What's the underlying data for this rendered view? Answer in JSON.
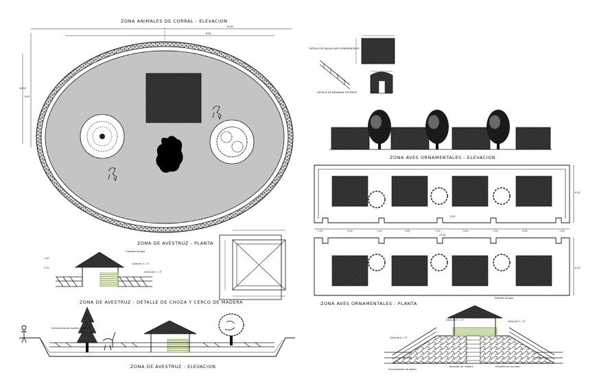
{
  "titles": {
    "corral_elevation": "ZONA ANIMALES DE CORRAL - ELEVACION",
    "ostrich_plan": "ZONA DE AVESTRUZ - PLANTA",
    "ostrich_detail": "ZONA DE AVESTRUZ - DETALLE DE CHOZA Y CERCO DE MADERA",
    "ostrich_elevation": "ZONA DE AVESTRUZ - ELEVACION",
    "birds_elevation": "ZONA AVES ORNAMENTALES - ELEVACION",
    "birds_plan": "ZONA AVES ORNAMENTALES - PLANTA"
  },
  "detail_labels": {
    "cage_detail": "DETALLE DE JAULAS AVES ORNAMENTALES",
    "rail_detail": "DETALLE DE BARANDAL EXTERIOR"
  },
  "annotations": {
    "roof_cover": "Cubierta de paja",
    "post_a": "Caña de 0 = 3\"",
    "post_b": "Caña de 0 = 3\"",
    "post_c": "Caña de 0 = 3\"",
    "fill_note": "Enrocamiento de piedra",
    "wood_note": "Barandal de madera",
    "concrete_stairs": "Escalera de concreto"
  },
  "dimensions": {
    "birds_bottom": [
      "1.10",
      "3.43",
      "1.10",
      "3.43",
      "1.10",
      "3.43",
      "1.10",
      "3.43",
      "1.10"
    ],
    "birds_total": "27.00",
    "birds_height_top": "6.20",
    "birds_height_bottom": "6.20",
    "birds_notch": "0.90"
  }
}
